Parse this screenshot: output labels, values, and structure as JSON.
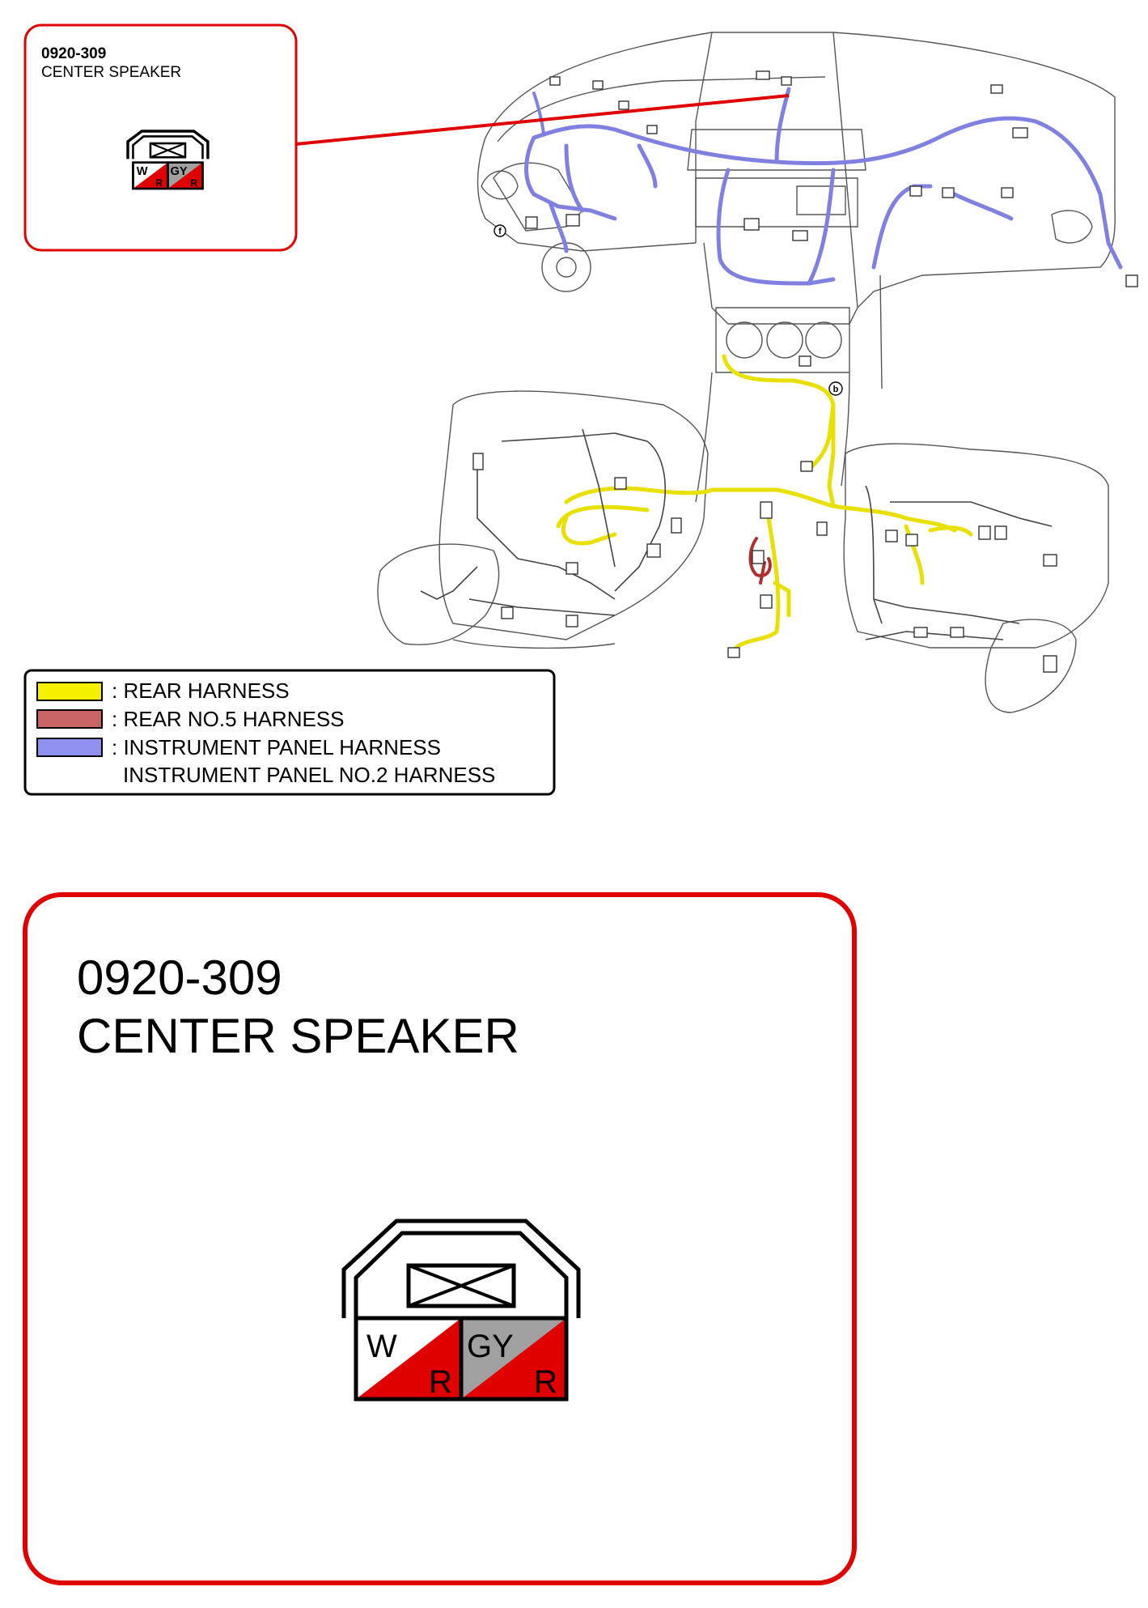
{
  "callout_small": {
    "code": "0920-309",
    "name": "CENTER SPEAKER"
  },
  "callout_large": {
    "code": "0920-309",
    "name": "CENTER SPEAKER"
  },
  "connector": {
    "pins": [
      {
        "top_color": "W",
        "bottom_color": "R",
        "top_fill": "#ffffff",
        "bottom_fill": "#e00000"
      },
      {
        "top_color": "GY",
        "bottom_color": "R",
        "top_fill": "#a0a0a0",
        "bottom_fill": "#e00000"
      }
    ]
  },
  "legend": {
    "items": [
      {
        "swatch": "#f5f000",
        "label": ": REAR HARNESS"
      },
      {
        "swatch": "#c86464",
        "label": ": REAR NO.5 HARNESS"
      },
      {
        "swatch": "#9090f0",
        "label": ": INSTRUMENT PANEL HARNESS"
      }
    ],
    "extra_label": "INSTRUMENT PANEL NO.2 HARNESS"
  },
  "diagram": {
    "location_markers": [
      "f",
      "b"
    ]
  },
  "colors": {
    "callout_border": "#e00000",
    "rear_harness": "#e8e000",
    "rear_no5_harness": "#b03030",
    "instrument_panel_harness": "#8080e0"
  }
}
